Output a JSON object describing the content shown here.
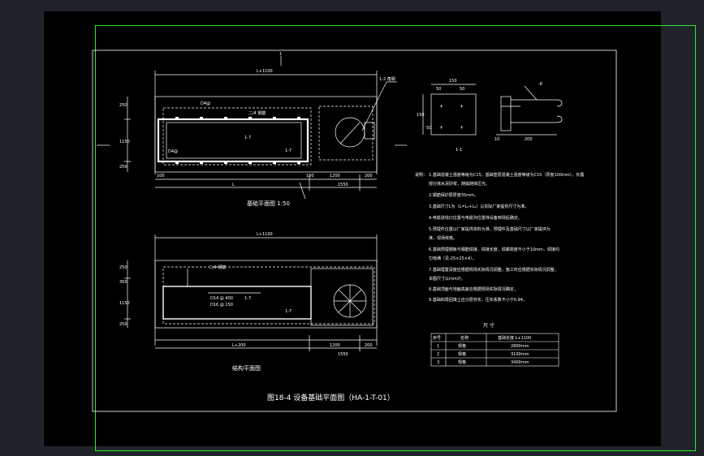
{
  "drawing": {
    "title": "图18-4  设备基础平面图（HA-1-T-01）",
    "upper_plan_label": "基础平面图 1:50",
    "lower_plan_label": "结构平面图",
    "section_mark": "1",
    "overall_dim": "L+1100",
    "dims_left": [
      "250",
      "1150",
      "250"
    ],
    "dims_bottom": [
      "100",
      "L",
      "100",
      "1200",
      "200",
      "1550"
    ],
    "dims_bottom_lower": [
      "L+200",
      "1200",
      "200",
      "1550"
    ],
    "dims_left_lower": [
      "250",
      "350",
      "1150",
      "250"
    ],
    "leader_note": "1-2 角钢",
    "inner_labels": [
      "D4@",
      "二/4 钢筋",
      "D4@",
      "1-7",
      "1-7"
    ],
    "detail_dims_top": [
      "150",
      "50",
      "50"
    ],
    "detail_dims_side": [
      "150",
      "50"
    ],
    "detail_dims_bottom": [
      "10",
      "200"
    ],
    "detail_label": "1-1",
    "detail_plate_note": "-8",
    "lower_inner_labels": [
      "二/4 钢筋",
      "D14 @ 400",
      "D16 @ 150",
      "1-7",
      "1-7"
    ]
  },
  "notes": {
    "heading": "说明：",
    "items": [
      "1.基础混凝土强度等级为C15，基础垫层混凝土强度等级为C15（厚度100mm），外露",
      "部分抹水泥砂浆，随捣随抹压光。",
      "2.钢筋保护层厚度35mm。",
      "3.基础尺寸L为（L=L₁+L₂）以实际厂家提供尺寸为准。",
      "4.电缆进线口位置与电缆沟位置待设备到场后确定。",
      "5.预埋件位置以厂家提供资料为准，预埋件及基础尺寸以厂家提供为",
      "准，现场校核。",
      "6.基础预埋钢板与钢筋焊接，焊接长度，焊脚高度不小于10mm，焊接均",
      "匀饱满（见-25×25×4）。",
      "7.基础埋置深度应根据现场实际情况调整，施工时应根据实际情况调整，",
      "本图尺寸以mm计。",
      "8.基础顶面与地面高差应根据现场实际情况确定。",
      "9.基础四周回填土应分层夯实，压实系数不小于0.94。"
    ]
  },
  "table": {
    "title": "尺 寸",
    "headers": [
      "序号",
      "名称",
      "基础长度 L+1100"
    ],
    "rows": [
      [
        "1",
        "规格",
        "2800mm"
      ],
      [
        "2",
        "规格",
        "3100mm"
      ],
      [
        "3",
        "规格",
        "3400mm"
      ]
    ]
  },
  "colors": {
    "background": "#000000",
    "frame": "#2ee82e",
    "lines": "#ffffff",
    "app_bg": "#20242a"
  }
}
